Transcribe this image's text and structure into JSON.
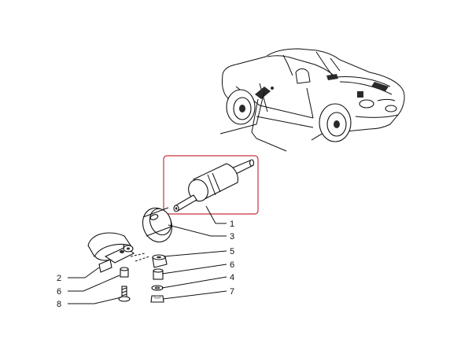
{
  "highlight_color": "#c8323c",
  "callouts": [
    "1",
    "3",
    "5",
    "6",
    "4",
    "7",
    "2",
    "6",
    "8"
  ]
}
